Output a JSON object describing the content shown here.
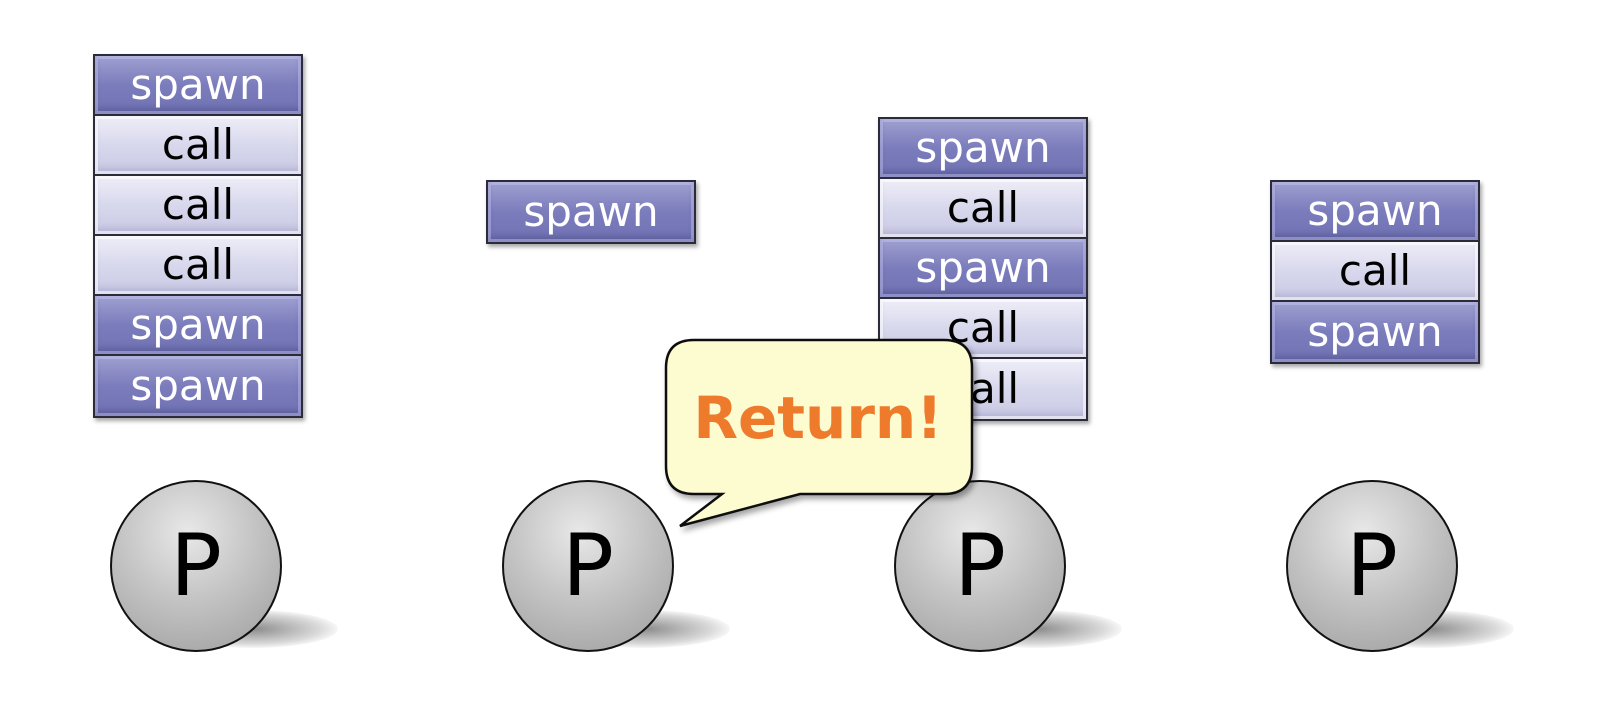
{
  "stacks": [
    {
      "frames": [
        "spawn",
        "call",
        "call",
        "call",
        "spawn",
        "spawn"
      ]
    },
    {
      "frames": [
        "spawn"
      ]
    },
    {
      "frames": [
        "spawn",
        "call",
        "spawn",
        "call",
        "call"
      ]
    },
    {
      "frames": [
        "spawn",
        "call",
        "spawn"
      ]
    }
  ],
  "processor_label": "P",
  "bubble": {
    "text": "Return!"
  },
  "colors": {
    "spawn_frame": "#7b7cbc",
    "call_frame": "#d6d6ec",
    "bubble_fill": "#fdfbd0",
    "bubble_text": "#ee7a2c"
  }
}
